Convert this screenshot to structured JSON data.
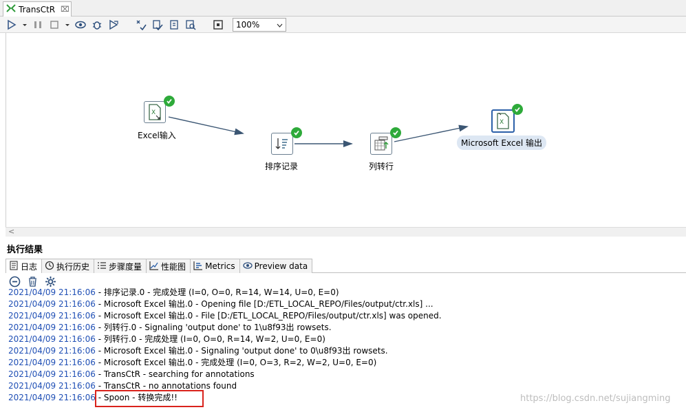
{
  "tab": {
    "title": "TransCtR",
    "close": "⌧"
  },
  "toolbar": {
    "zoom": "100%"
  },
  "steps": {
    "excel_input": "Excel输入",
    "sort": "排序记录",
    "row_denorm": "列转行",
    "excel_output": "Microsoft Excel 输出"
  },
  "results": {
    "title": "执行结果",
    "tabs": [
      "日志",
      "执行历史",
      "步骤度量",
      "性能图",
      "Metrics",
      "Preview data"
    ]
  },
  "log": [
    {
      "ts": "2021/04/09 21:16:06",
      "msg": " - 排序记录.0 - 完成处理 (I=0, O=0, R=14, W=14, U=0, E=0)"
    },
    {
      "ts": "2021/04/09 21:16:06",
      "msg": " - Microsoft Excel 输出.0 - Opening file [D:/ETL_LOCAL_REPO/Files/output/ctr.xls] ..."
    },
    {
      "ts": "2021/04/09 21:16:06",
      "msg": " - Microsoft Excel 输出.0 - File [D:/ETL_LOCAL_REPO/Files/output/ctr.xls] was opened."
    },
    {
      "ts": "2021/04/09 21:16:06",
      "msg": " - 列转行.0 - Signaling 'output done' to 1\\u8f93出 rowsets."
    },
    {
      "ts": "2021/04/09 21:16:06",
      "msg": " - 列转行.0 - 完成处理 (I=0, O=0, R=14, W=2, U=0, E=0)"
    },
    {
      "ts": "2021/04/09 21:16:06",
      "msg": " - Microsoft Excel 输出.0 - Signaling 'output done' to 0\\u8f93出 rowsets."
    },
    {
      "ts": "2021/04/09 21:16:06",
      "msg": " - Microsoft Excel 输出.0 - 完成处理 (I=0, O=3, R=2, W=2, U=0, E=0)"
    },
    {
      "ts": "2021/04/09 21:16:06",
      "msg": " - TransCtR - searching for annotations"
    },
    {
      "ts": "2021/04/09 21:16:06",
      "msg": " - TransCtR - no annotations found"
    },
    {
      "ts": "2021/04/09 21:16:06",
      "msg": " - Spoon - 转换完成!!"
    }
  ],
  "watermark": "https://blog.csdn.net/sujiangming",
  "colors": {
    "accent": "#2b5fa8",
    "ok": "#2eaa3a",
    "timestamp": "#1f4fb5",
    "highlight": "#d9221c"
  }
}
